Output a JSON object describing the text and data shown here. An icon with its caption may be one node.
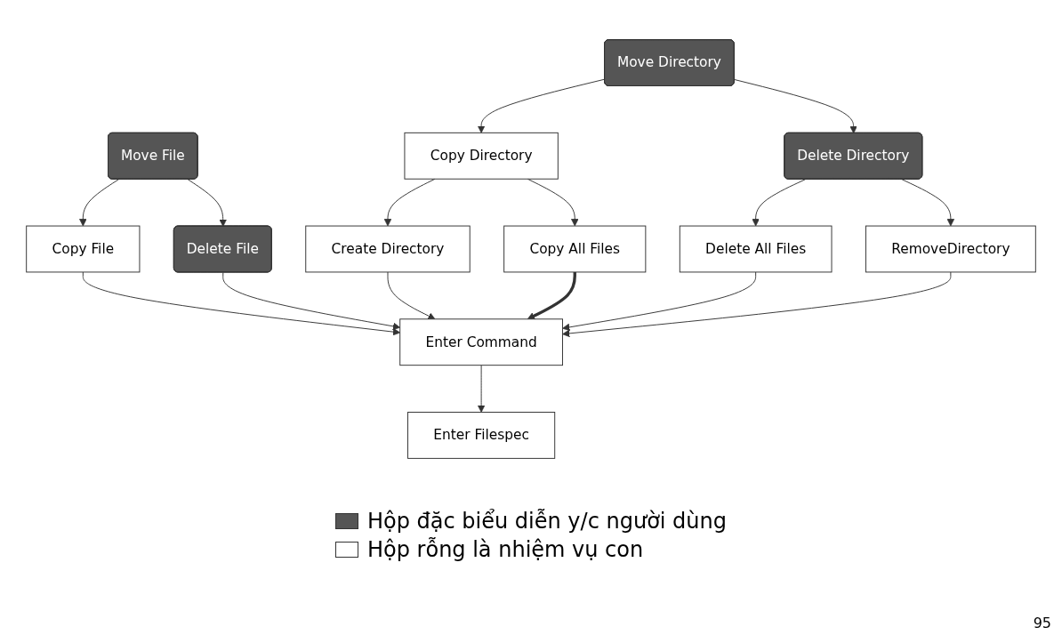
{
  "diagram": {
    "nodes": [
      {
        "text": [
          "Move Directory"
        ]
      },
      {
        "text": [
          "Move File"
        ]
      },
      {
        "text": [
          "Copy Directory"
        ]
      },
      {
        "text": [
          "Copy File"
        ]
      },
      {
        "text": [
          "Delete File"
        ]
      },
      {
        "text": [
          "Delete Directory"
        ]
      },
      {
        "text": [
          "Create Directory"
        ]
      },
      {
        "text": [
          "Copy All Files"
        ]
      },
      {
        "text": [
          "Enter Command"
        ]
      },
      {
        "text": [
          "Delete All Files"
        ]
      },
      {
        "text": [
          "RemoveDirectory"
        ]
      },
      {
        "text": [
          "Enter Filespec"
        ]
      }
    ],
    "edges": [
      {
        "from": 0,
        "to": 2,
        "arrow": "to"
      },
      {
        "from": 0,
        "to": 5,
        "arrow": "to"
      },
      {
        "from": 1,
        "to": 3,
        "arrow": "to"
      },
      {
        "from": 1,
        "to": 4,
        "arrow": "to"
      },
      {
        "from": 3,
        "to": 8,
        "arrow": "to"
      },
      {
        "from": 4,
        "to": 8,
        "arrow": "to"
      },
      {
        "from": 2,
        "to": 6,
        "arrow": "to"
      },
      {
        "from": 2,
        "to": 7,
        "arrow": "to"
      },
      {
        "from": 6,
        "to": 8,
        "arrow": "to"
      },
      {
        "from": 7,
        "to": 8,
        "arrow": "to",
        "style": "thick"
      },
      {
        "from": 5,
        "to": 9,
        "arrow": "to"
      },
      {
        "from": 5,
        "to": 10,
        "arrow": "to"
      },
      {
        "from": 9,
        "to": 8,
        "arrow": "to"
      },
      {
        "from": 10,
        "to": 8,
        "arrow": "to"
      },
      {
        "from": 8,
        "to": 11,
        "arrow": "to"
      }
    ],
    "labels": [
      "95"
    ],
    "legend": [
      {
        "text": "Hộp đặc biểu diễn y/c người dùng",
        "color": "#555555"
      },
      {
        "text": "Hộp rỗng là nhiệm vụ con",
        "color": "#ffffff"
      }
    ]
  }
}
